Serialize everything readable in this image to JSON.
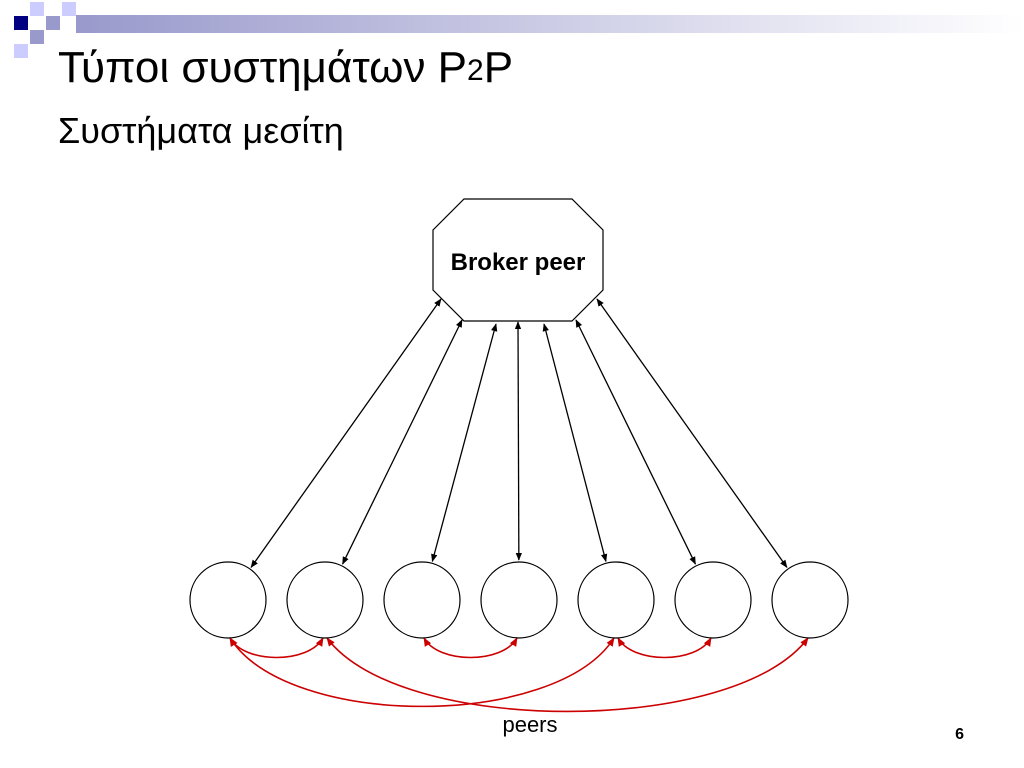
{
  "slide": {
    "title_main": "Τύποι συστημάτων P",
    "title_sub": "2",
    "title_tail": "P",
    "subtitle": "Συστήματα μεσίτη",
    "page_number": "6"
  },
  "diagram": {
    "broker_label": "Broker peer",
    "peers_caption": "peers",
    "peer_count": 7,
    "broker_links": [
      0,
      1,
      2,
      3,
      4,
      5,
      6
    ],
    "peer_links": [
      [
        0,
        1
      ],
      [
        2,
        3
      ],
      [
        4,
        5
      ],
      [
        0,
        4
      ],
      [
        1,
        6
      ]
    ]
  },
  "colors": {
    "accent_navy": "#000080",
    "accent_lavender": "#9999cc",
    "accent_light": "#ccccff",
    "broker_link": "#000000",
    "peer_link": "#cc0000"
  }
}
